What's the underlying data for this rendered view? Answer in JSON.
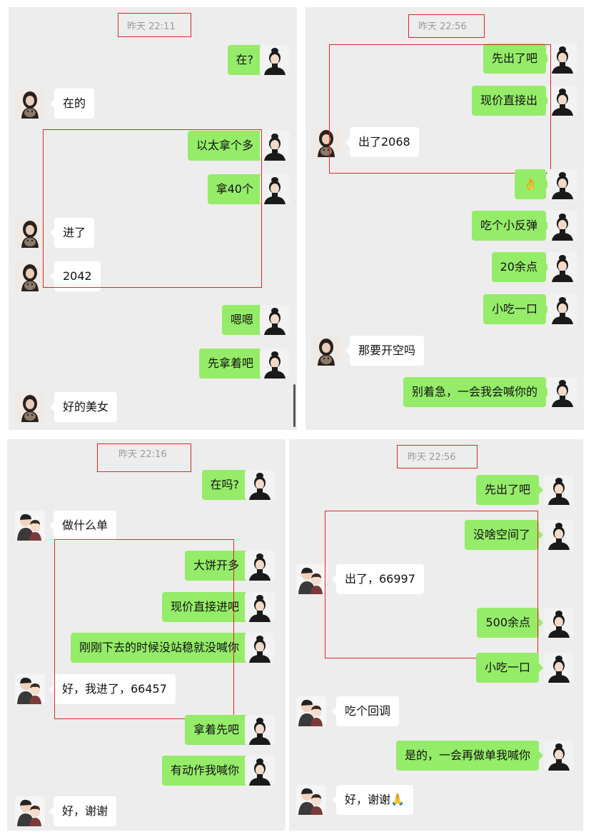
{
  "panels": [
    {
      "timestamp": "昨天 22:11",
      "messages": [
        {
          "dir": "out",
          "text": "在?"
        },
        {
          "dir": "in",
          "text": "在的"
        },
        {
          "dir": "out",
          "text": "以太拿个多"
        },
        {
          "dir": "out",
          "text": "拿40个"
        },
        {
          "dir": "in",
          "text": "进了"
        },
        {
          "dir": "in",
          "text": "2042"
        },
        {
          "dir": "out",
          "text": "嗯嗯"
        },
        {
          "dir": "out",
          "text": "先拿着吧"
        },
        {
          "dir": "in",
          "text": "好的美女"
        }
      ]
    },
    {
      "timestamp": "昨天 22:56",
      "messages": [
        {
          "dir": "out",
          "text": "先出了吧"
        },
        {
          "dir": "out",
          "text": "现价直接出"
        },
        {
          "dir": "in",
          "text": "出了2068"
        },
        {
          "dir": "out",
          "text": "👌"
        },
        {
          "dir": "out",
          "text": "吃个小反弹"
        },
        {
          "dir": "out",
          "text": "20余点"
        },
        {
          "dir": "out",
          "text": "小吃一口"
        },
        {
          "dir": "in",
          "text": "那要开空吗"
        },
        {
          "dir": "out",
          "text": "别着急，一会我会喊你的"
        }
      ]
    },
    {
      "timestamp": "昨天 22:16",
      "messages": [
        {
          "dir": "out",
          "text": "在吗?"
        },
        {
          "dir": "in",
          "text": "做什么单"
        },
        {
          "dir": "out",
          "text": "大饼开多"
        },
        {
          "dir": "out",
          "text": "现价直接进吧"
        },
        {
          "dir": "out",
          "text": "刚刚下去的时候没站稳就没喊你"
        },
        {
          "dir": "in",
          "text": "好，我进了，66457"
        },
        {
          "dir": "out",
          "text": "拿着先吧"
        },
        {
          "dir": "out",
          "text": "有动作我喊你"
        },
        {
          "dir": "in",
          "text": "好，谢谢"
        }
      ]
    },
    {
      "timestamp": "昨天 22:56",
      "messages": [
        {
          "dir": "out",
          "text": "先出了吧"
        },
        {
          "dir": "out",
          "text": "没啥空间了"
        },
        {
          "dir": "in",
          "text": "出了，66997"
        },
        {
          "dir": "out",
          "text": "500余点"
        },
        {
          "dir": "out",
          "text": "小吃一口"
        },
        {
          "dir": "in",
          "text": "吃个回调"
        },
        {
          "dir": "out",
          "text": "是的，一会再做单我喊你"
        },
        {
          "dir": "in",
          "text": "好，谢谢🙏"
        }
      ]
    }
  ],
  "colors": {
    "outgoing_bubble": "#95ec69",
    "incoming_bubble": "#ffffff",
    "highlight_box": "#e2242a",
    "background": "#ededed"
  },
  "icons": {
    "self_avatar": "woman-black-turtleneck-avatar",
    "peer_avatar_a": "woman-holding-cat-avatar",
    "peer_avatar_b": "cartoon-couple-avatar"
  }
}
